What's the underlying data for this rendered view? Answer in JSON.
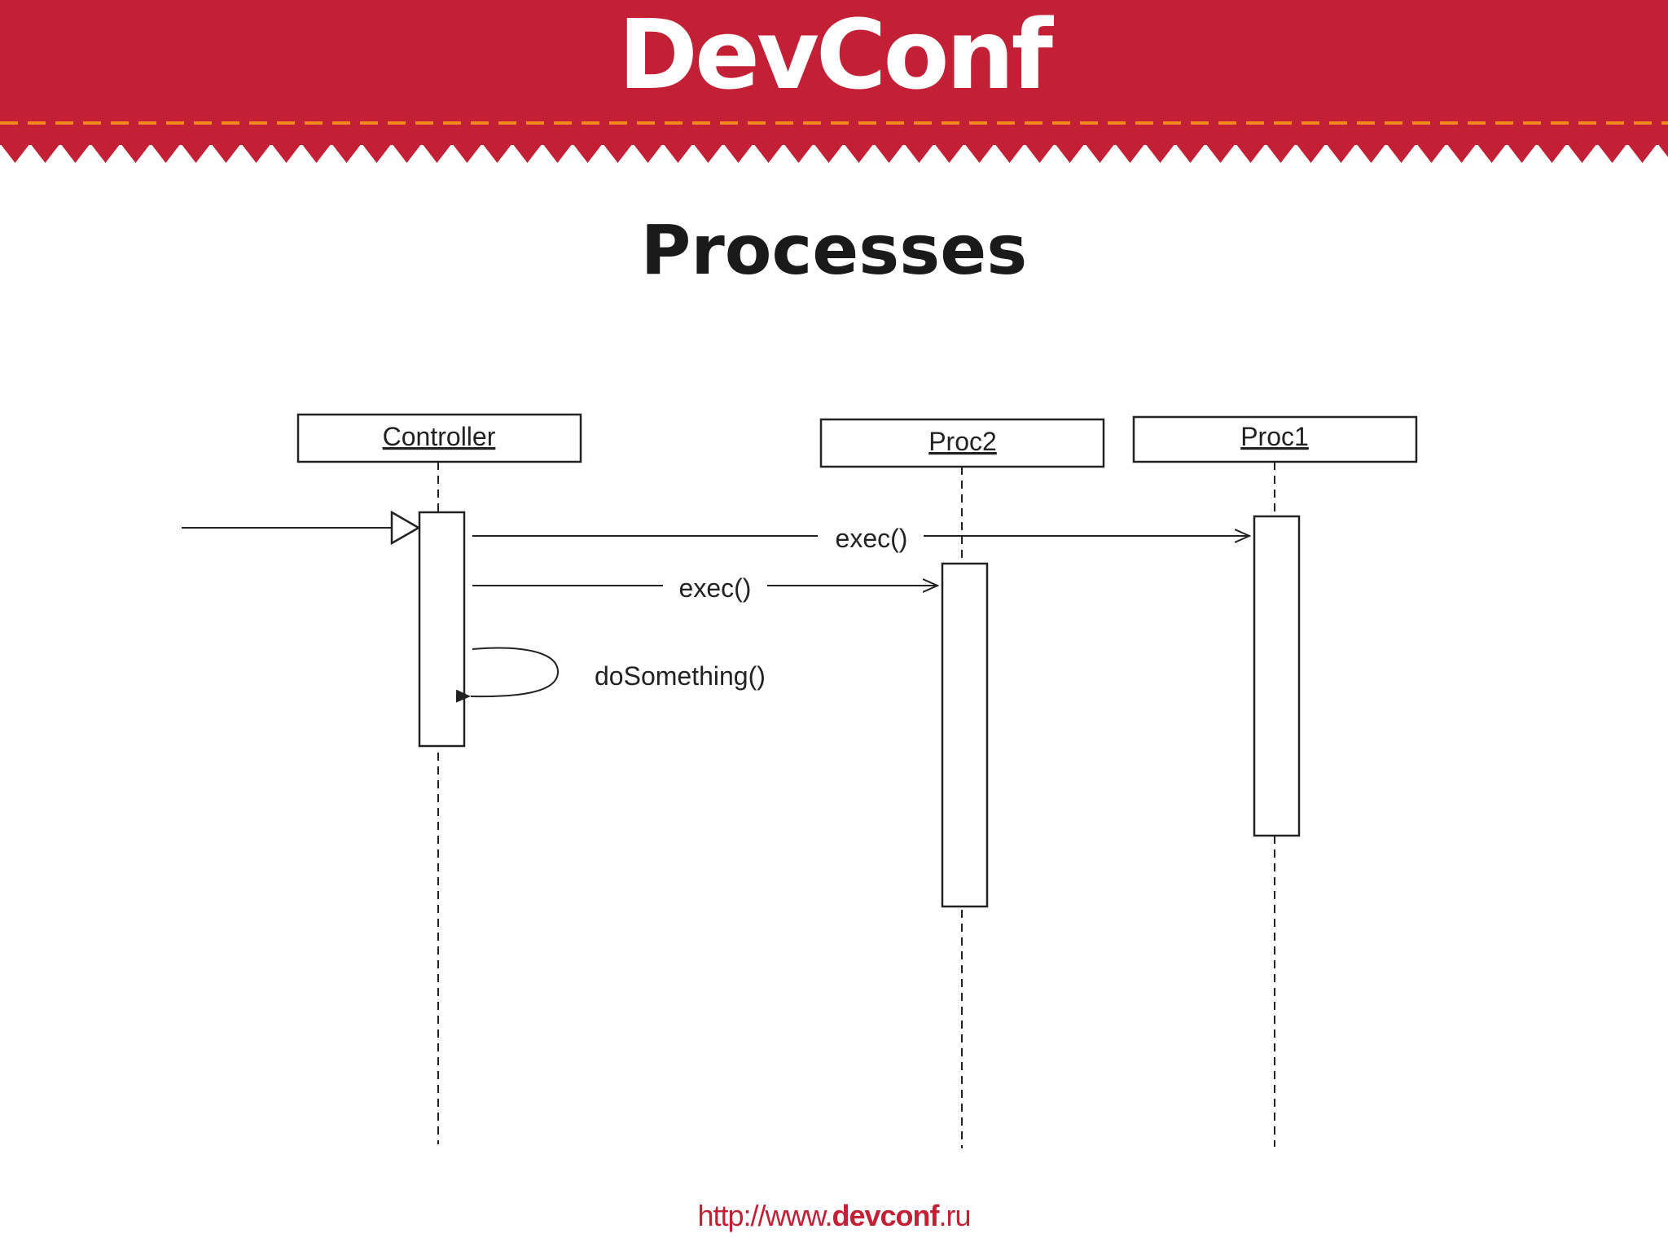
{
  "header": {
    "logo_text": "DevConf",
    "brand_color": "#c32036",
    "dash_color": "#f08a1c"
  },
  "slide": {
    "title": "Processes"
  },
  "diagram": {
    "type": "uml-sequence",
    "participants": [
      {
        "id": "controller",
        "label": "Controller"
      },
      {
        "id": "proc2",
        "label": "Proc2"
      },
      {
        "id": "proc1",
        "label": "Proc1"
      }
    ],
    "messages": [
      {
        "from": "external",
        "to": "controller",
        "label": ""
      },
      {
        "from": "controller",
        "to": "proc1",
        "label": "exec()"
      },
      {
        "from": "controller",
        "to": "proc2",
        "label": "exec()"
      },
      {
        "from": "controller",
        "to": "controller",
        "label": "doSomething()"
      }
    ]
  },
  "footer": {
    "url_prefix": "http://www.",
    "url_domain": "devconf",
    "url_suffix": ".ru"
  }
}
